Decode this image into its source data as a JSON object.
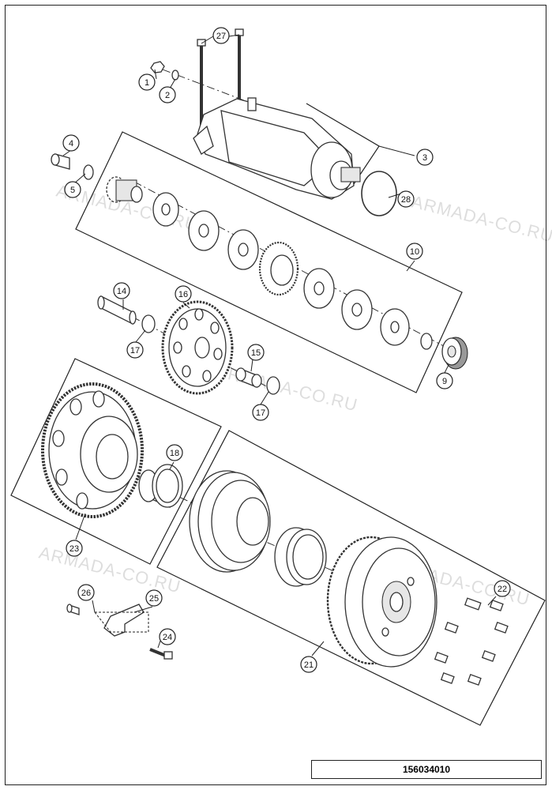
{
  "diagram_code": "156034010",
  "watermark": "ARMADA-CO.RU",
  "callouts": [
    "1",
    "2",
    "3",
    "4",
    "5",
    "9",
    "10",
    "14",
    "15",
    "16",
    "17",
    "17",
    "18",
    "21",
    "22",
    "23",
    "24",
    "25",
    "26",
    "27",
    "28"
  ]
}
